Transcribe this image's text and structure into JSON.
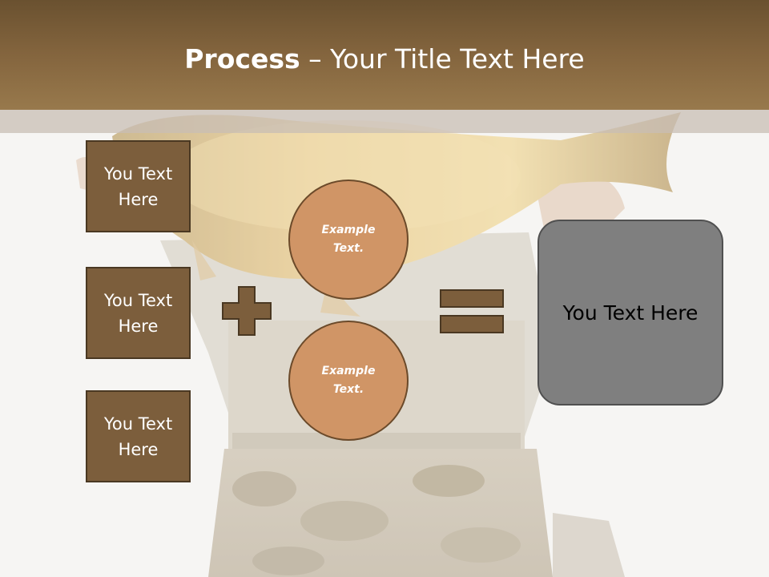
{
  "title": {
    "bold": "Process",
    "rest": " – Your Title Text Here"
  },
  "boxes": [
    {
      "label": "You Text Here"
    },
    {
      "label": "You Text Here"
    },
    {
      "label": "You Text Here"
    }
  ],
  "circles": [
    {
      "label": "Example Text."
    },
    {
      "label": "Example Text."
    }
  ],
  "result": {
    "label": "You Text Here"
  },
  "colors": {
    "title_bar": "#84653e",
    "box_fill": "#7c5e3c",
    "circle_fill": "#d09566",
    "operator_fill": "#7c5e3c",
    "result_fill": "#7f7f7f"
  }
}
